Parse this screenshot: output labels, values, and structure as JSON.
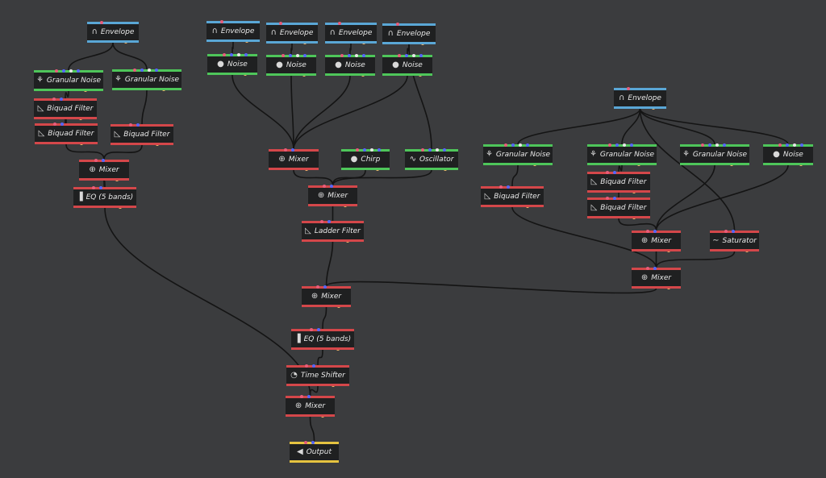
{
  "colors": {
    "background": "#3b3c3e",
    "wire": "#141414",
    "modulator": "#5aa7d6",
    "generator": "#4ec65a",
    "processor": "#d4474a",
    "output": "#e5c340",
    "port_a": "#e85c7a",
    "port_b": "#5566ff",
    "port_c": "#f0b36a",
    "port_d": "#e6e6e6"
  },
  "nodes": [
    {
      "id": "env1",
      "label": "Envelope",
      "kind": "modulator",
      "icon": "envelope-icon"
    },
    {
      "id": "gn1",
      "label": "Granular Noise",
      "kind": "generator",
      "icon": "granular-noise-icon"
    },
    {
      "id": "gn2",
      "label": "Granular Noise",
      "kind": "generator",
      "icon": "granular-noise-icon"
    },
    {
      "id": "bq1",
      "label": "Biquad Filter",
      "kind": "processor",
      "icon": "filter-icon"
    },
    {
      "id": "bq2",
      "label": "Biquad Filter",
      "kind": "processor",
      "icon": "filter-icon"
    },
    {
      "id": "bq3",
      "label": "Biquad Filter",
      "kind": "processor",
      "icon": "filter-icon"
    },
    {
      "id": "mix1",
      "label": "Mixer",
      "kind": "processor",
      "icon": "mixer-icon"
    },
    {
      "id": "eq1",
      "label": "EQ (5 bands)",
      "kind": "processor",
      "icon": "eq-icon"
    },
    {
      "id": "env2",
      "label": "Envelope",
      "kind": "modulator",
      "icon": "envelope-icon"
    },
    {
      "id": "env3",
      "label": "Envelope",
      "kind": "modulator",
      "icon": "envelope-icon"
    },
    {
      "id": "env4",
      "label": "Envelope",
      "kind": "modulator",
      "icon": "envelope-icon"
    },
    {
      "id": "env5",
      "label": "Envelope",
      "kind": "modulator",
      "icon": "envelope-icon"
    },
    {
      "id": "noise1",
      "label": "Noise",
      "kind": "generator",
      "icon": "noise-icon"
    },
    {
      "id": "noise2",
      "label": "Noise",
      "kind": "generator",
      "icon": "noise-icon"
    },
    {
      "id": "noise3",
      "label": "Noise",
      "kind": "generator",
      "icon": "noise-icon"
    },
    {
      "id": "noise4",
      "label": "Noise",
      "kind": "generator",
      "icon": "noise-icon"
    },
    {
      "id": "mix2",
      "label": "Mixer",
      "kind": "processor",
      "icon": "mixer-icon"
    },
    {
      "id": "chirp",
      "label": "Chirp",
      "kind": "generator",
      "icon": "chirp-icon"
    },
    {
      "id": "osc",
      "label": "Oscillator",
      "kind": "generator",
      "icon": "oscillator-icon"
    },
    {
      "id": "mix3",
      "label": "Mixer",
      "kind": "processor",
      "icon": "mixer-icon"
    },
    {
      "id": "ladder",
      "label": "Ladder Filter",
      "kind": "processor",
      "icon": "filter-icon"
    },
    {
      "id": "mix4",
      "label": "Mixer",
      "kind": "processor",
      "icon": "mixer-icon"
    },
    {
      "id": "eq2",
      "label": "EQ (5 bands)",
      "kind": "processor",
      "icon": "eq-icon"
    },
    {
      "id": "ts",
      "label": "Time Shifter",
      "kind": "processor",
      "icon": "time-shifter-icon"
    },
    {
      "id": "mix5",
      "label": "Mixer",
      "kind": "processor",
      "icon": "mixer-icon"
    },
    {
      "id": "out",
      "label": "Output",
      "kind": "output",
      "icon": "speaker-icon"
    },
    {
      "id": "env6",
      "label": "Envelope",
      "kind": "modulator",
      "icon": "envelope-icon"
    },
    {
      "id": "gn3",
      "label": "Granular Noise",
      "kind": "generator",
      "icon": "granular-noise-icon"
    },
    {
      "id": "gn4",
      "label": "Granular Noise",
      "kind": "generator",
      "icon": "granular-noise-icon"
    },
    {
      "id": "gn5",
      "label": "Granular Noise",
      "kind": "generator",
      "icon": "granular-noise-icon"
    },
    {
      "id": "noise5",
      "label": "Noise",
      "kind": "generator",
      "icon": "noise-icon"
    },
    {
      "id": "bq4",
      "label": "Biquad Filter",
      "kind": "processor",
      "icon": "filter-icon"
    },
    {
      "id": "bq5",
      "label": "Biquad Filter",
      "kind": "processor",
      "icon": "filter-icon"
    },
    {
      "id": "bq6",
      "label": "Biquad Filter",
      "kind": "processor",
      "icon": "filter-icon"
    },
    {
      "id": "mix6",
      "label": "Mixer",
      "kind": "processor",
      "icon": "mixer-icon"
    },
    {
      "id": "sat",
      "label": "Saturator",
      "kind": "processor",
      "icon": "saturator-icon"
    },
    {
      "id": "mix7",
      "label": "Mixer",
      "kind": "processor",
      "icon": "mixer-icon"
    }
  ],
  "connections": [
    [
      "env1",
      "gn1"
    ],
    [
      "env1",
      "gn2"
    ],
    [
      "gn1",
      "bq1"
    ],
    [
      "bq1",
      "bq2"
    ],
    [
      "bq2",
      "mix1"
    ],
    [
      "gn2",
      "bq3"
    ],
    [
      "bq3",
      "mix1"
    ],
    [
      "mix1",
      "eq1"
    ],
    [
      "eq1",
      "mix5"
    ],
    [
      "env2",
      "noise1"
    ],
    [
      "env3",
      "noise2"
    ],
    [
      "env4",
      "noise3"
    ],
    [
      "env5",
      "noise4"
    ],
    [
      "noise1",
      "mix2"
    ],
    [
      "noise2",
      "mix2"
    ],
    [
      "noise3",
      "mix2"
    ],
    [
      "noise4",
      "mix2"
    ],
    [
      "env5",
      "osc"
    ],
    [
      "mix2",
      "mix3"
    ],
    [
      "chirp",
      "mix3"
    ],
    [
      "osc",
      "mix3"
    ],
    [
      "mix3",
      "ladder"
    ],
    [
      "ladder",
      "mix4"
    ],
    [
      "mix4",
      "eq2"
    ],
    [
      "eq2",
      "ts"
    ],
    [
      "ts",
      "mix5"
    ],
    [
      "mix5",
      "out"
    ],
    [
      "env6",
      "gn3"
    ],
    [
      "env6",
      "gn4"
    ],
    [
      "env6",
      "gn5"
    ],
    [
      "env6",
      "noise5"
    ],
    [
      "env6",
      "sat"
    ],
    [
      "gn3",
      "bq4"
    ],
    [
      "gn4",
      "bq5"
    ],
    [
      "bq5",
      "bq6"
    ],
    [
      "bq6",
      "mix6"
    ],
    [
      "gn5",
      "mix6"
    ],
    [
      "noise5",
      "mix6"
    ],
    [
      "mix6",
      "mix7"
    ],
    [
      "sat",
      "mix7"
    ],
    [
      "bq4",
      "mix7"
    ],
    [
      "mix7",
      "mix4"
    ]
  ]
}
